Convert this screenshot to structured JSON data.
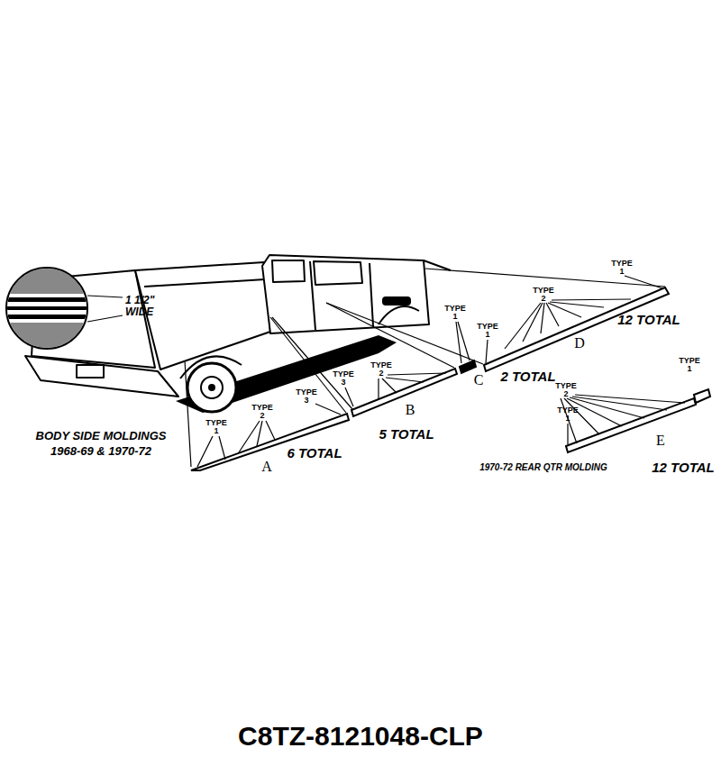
{
  "diagram": {
    "caption": "C8TZ-8121048-CLP",
    "labels": [
      "1 1/2\" WIDE",
      "TYPE 1",
      "TYPE 2",
      "12 TOTAL",
      "TYPE 1",
      "TYPE 1",
      "D",
      "TYPE 3",
      "TYPE 2",
      "C",
      "2 TOTAL",
      "TYPE 1",
      "TYPE 3",
      "TYPE 2",
      "TYPE 1",
      "TYPE 2",
      "TYPE 1",
      "BODY SIDE MOLDINGS 1968-69 & 1970-72",
      "B",
      "5 TOTAL",
      "E",
      "A",
      "6 TOTAL",
      "1970-72 REAR QTR MOLDING",
      "12 TOTAL"
    ]
  }
}
